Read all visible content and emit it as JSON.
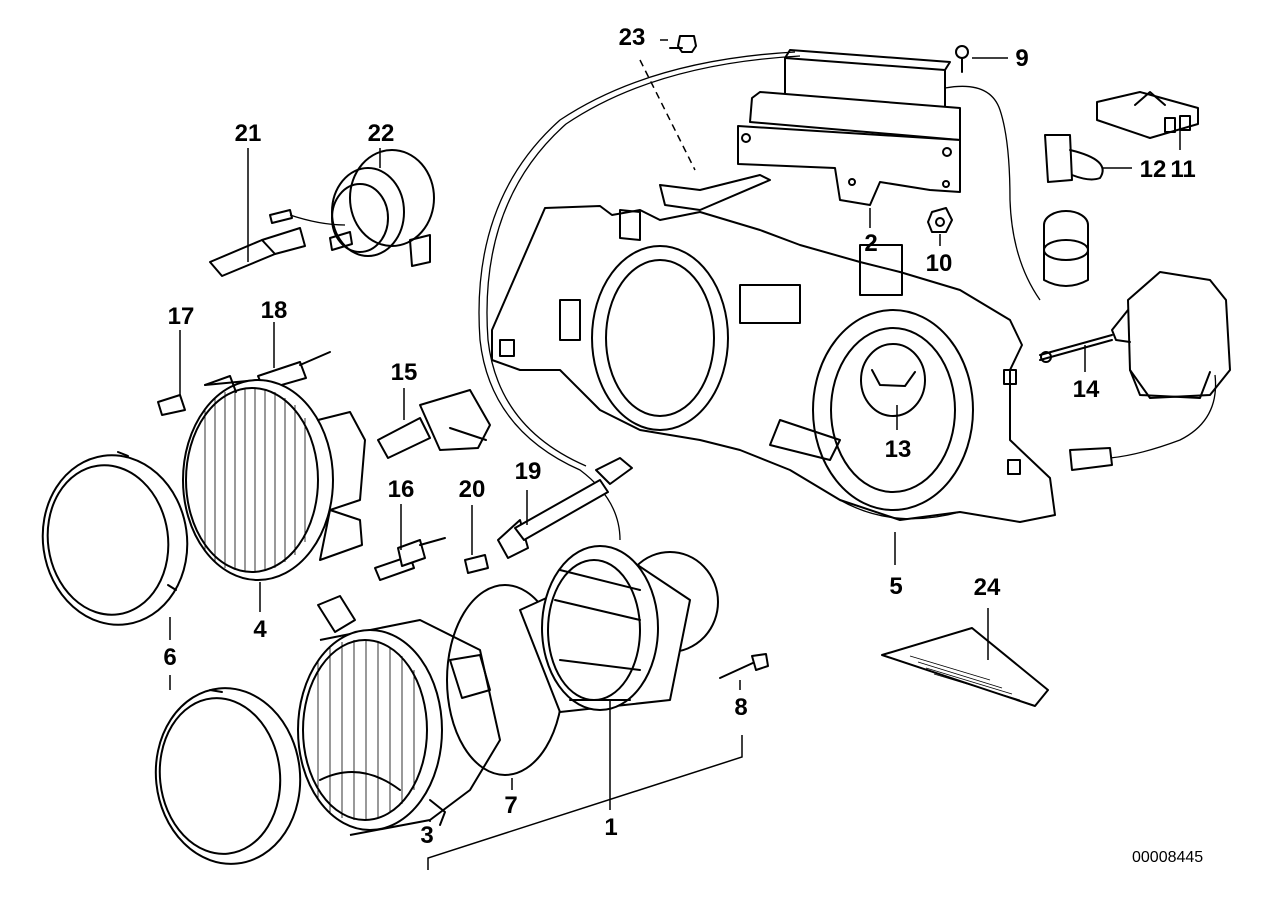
{
  "diagram": {
    "callouts": {
      "c1": "1",
      "c2": "2",
      "c3": "3",
      "c4": "4",
      "c5": "5",
      "c6": "6",
      "c7": "7",
      "c8": "8",
      "c9": "9",
      "c10": "10",
      "c11": "11",
      "c12": "12",
      "c13": "13",
      "c14": "14",
      "c15": "15",
      "c16": "16",
      "c17": "17",
      "c18": "18",
      "c19": "19",
      "c20": "20",
      "c21": "21",
      "c22": "22",
      "c23": "23",
      "c24": "24"
    },
    "reference_number": "00008445"
  }
}
